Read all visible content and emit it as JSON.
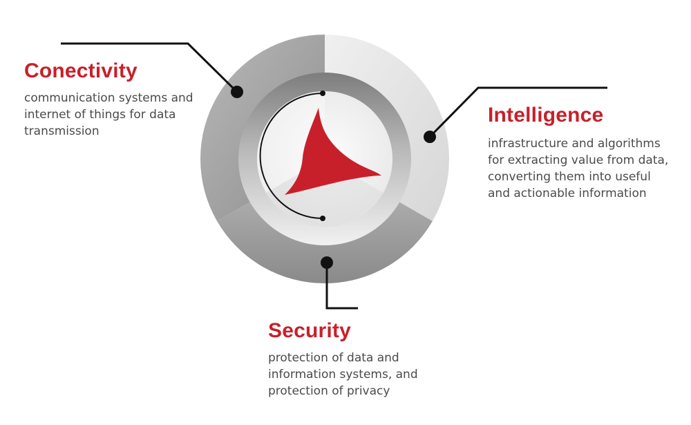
{
  "segments": [
    {
      "id": "conectivity",
      "title": "Conectivity",
      "description": "communication systems and internet of things for data transmission"
    },
    {
      "id": "intelligence",
      "title": "Intelligence",
      "description": "infrastructure and algorithms for extracting value from data, converting them into useful and actionable information"
    },
    {
      "id": "security",
      "title": "Security",
      "description": "protection of data and information systems, and protection of privacy"
    }
  ],
  "colors": {
    "accent": "#c8202a",
    "text": "#4a4a4a",
    "connector": "#111111"
  },
  "icons": {
    "center_logo": "red-triangular-sail-logo"
  }
}
